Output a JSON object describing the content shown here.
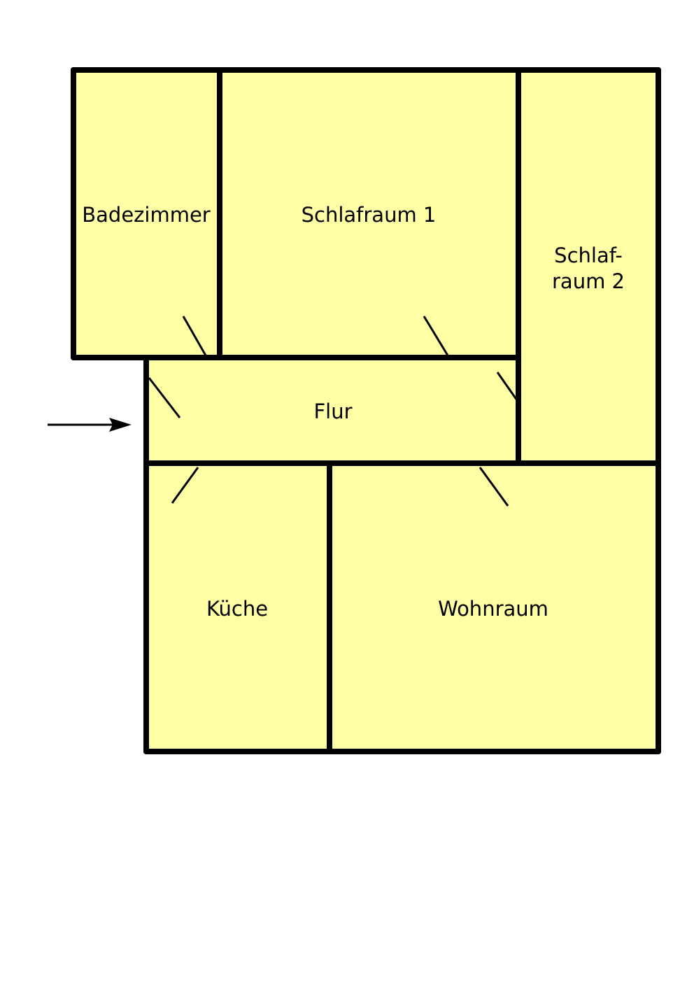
{
  "colors": {
    "room_fill": "#ffffa6",
    "wall": "#000000",
    "background": "#ffffff"
  },
  "rooms": {
    "badezimmer": "Badezimmer",
    "schlafraum1": "Schlafraum 1",
    "schlafraum2_line1": "Schlaf-",
    "schlafraum2_line2": "raum 2",
    "flur": "Flur",
    "kueche": "Küche",
    "wohnraum": "Wohnraum"
  }
}
